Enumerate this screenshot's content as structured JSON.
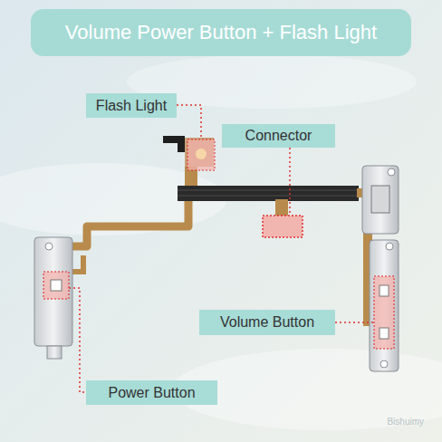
{
  "diagram": {
    "title": "Volume Power Button + Flash Light",
    "nodes": [
      {
        "text": [
          "Flash Light"
        ]
      },
      {
        "text": [
          "Connector"
        ]
      },
      {
        "text": [
          "Volume Button"
        ]
      },
      {
        "text": [
          "Power Button"
        ]
      }
    ],
    "labels": [
      "Bishuimy"
    ]
  }
}
